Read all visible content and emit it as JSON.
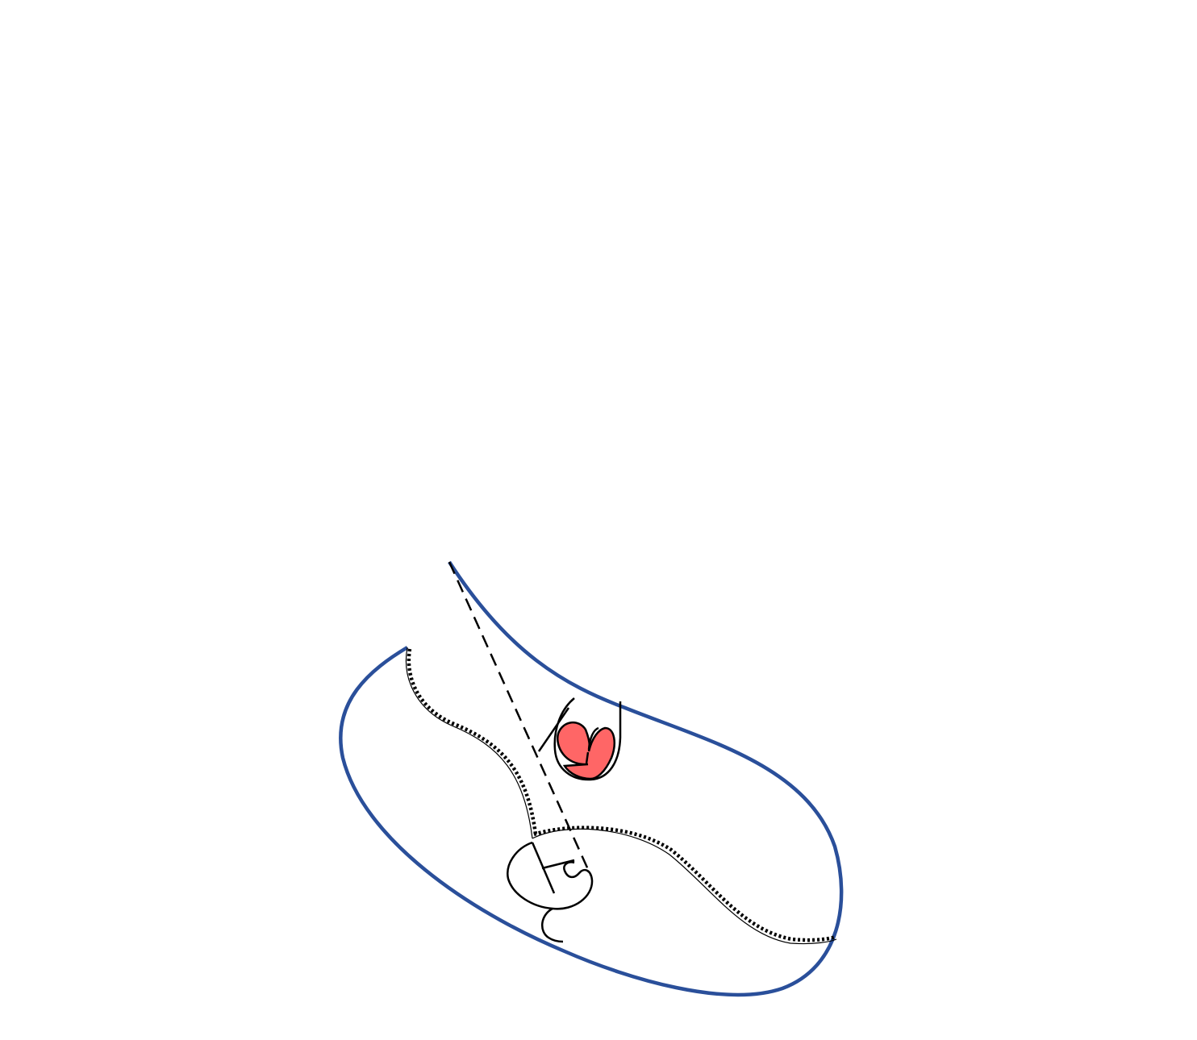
{
  "diagram": {
    "title": "",
    "colors": {
      "background": "#ffffff",
      "outline": "#2a4f9a",
      "stroke": "#000000",
      "highlight": "#ff6666"
    },
    "elements": [
      "outer-outline",
      "dotted-inner-boundary-left",
      "dotted-inner-boundary-bottom",
      "dashed-diagonal-line",
      "red-lobed-shape",
      "pocket-outline",
      "small-loop-figure"
    ]
  }
}
